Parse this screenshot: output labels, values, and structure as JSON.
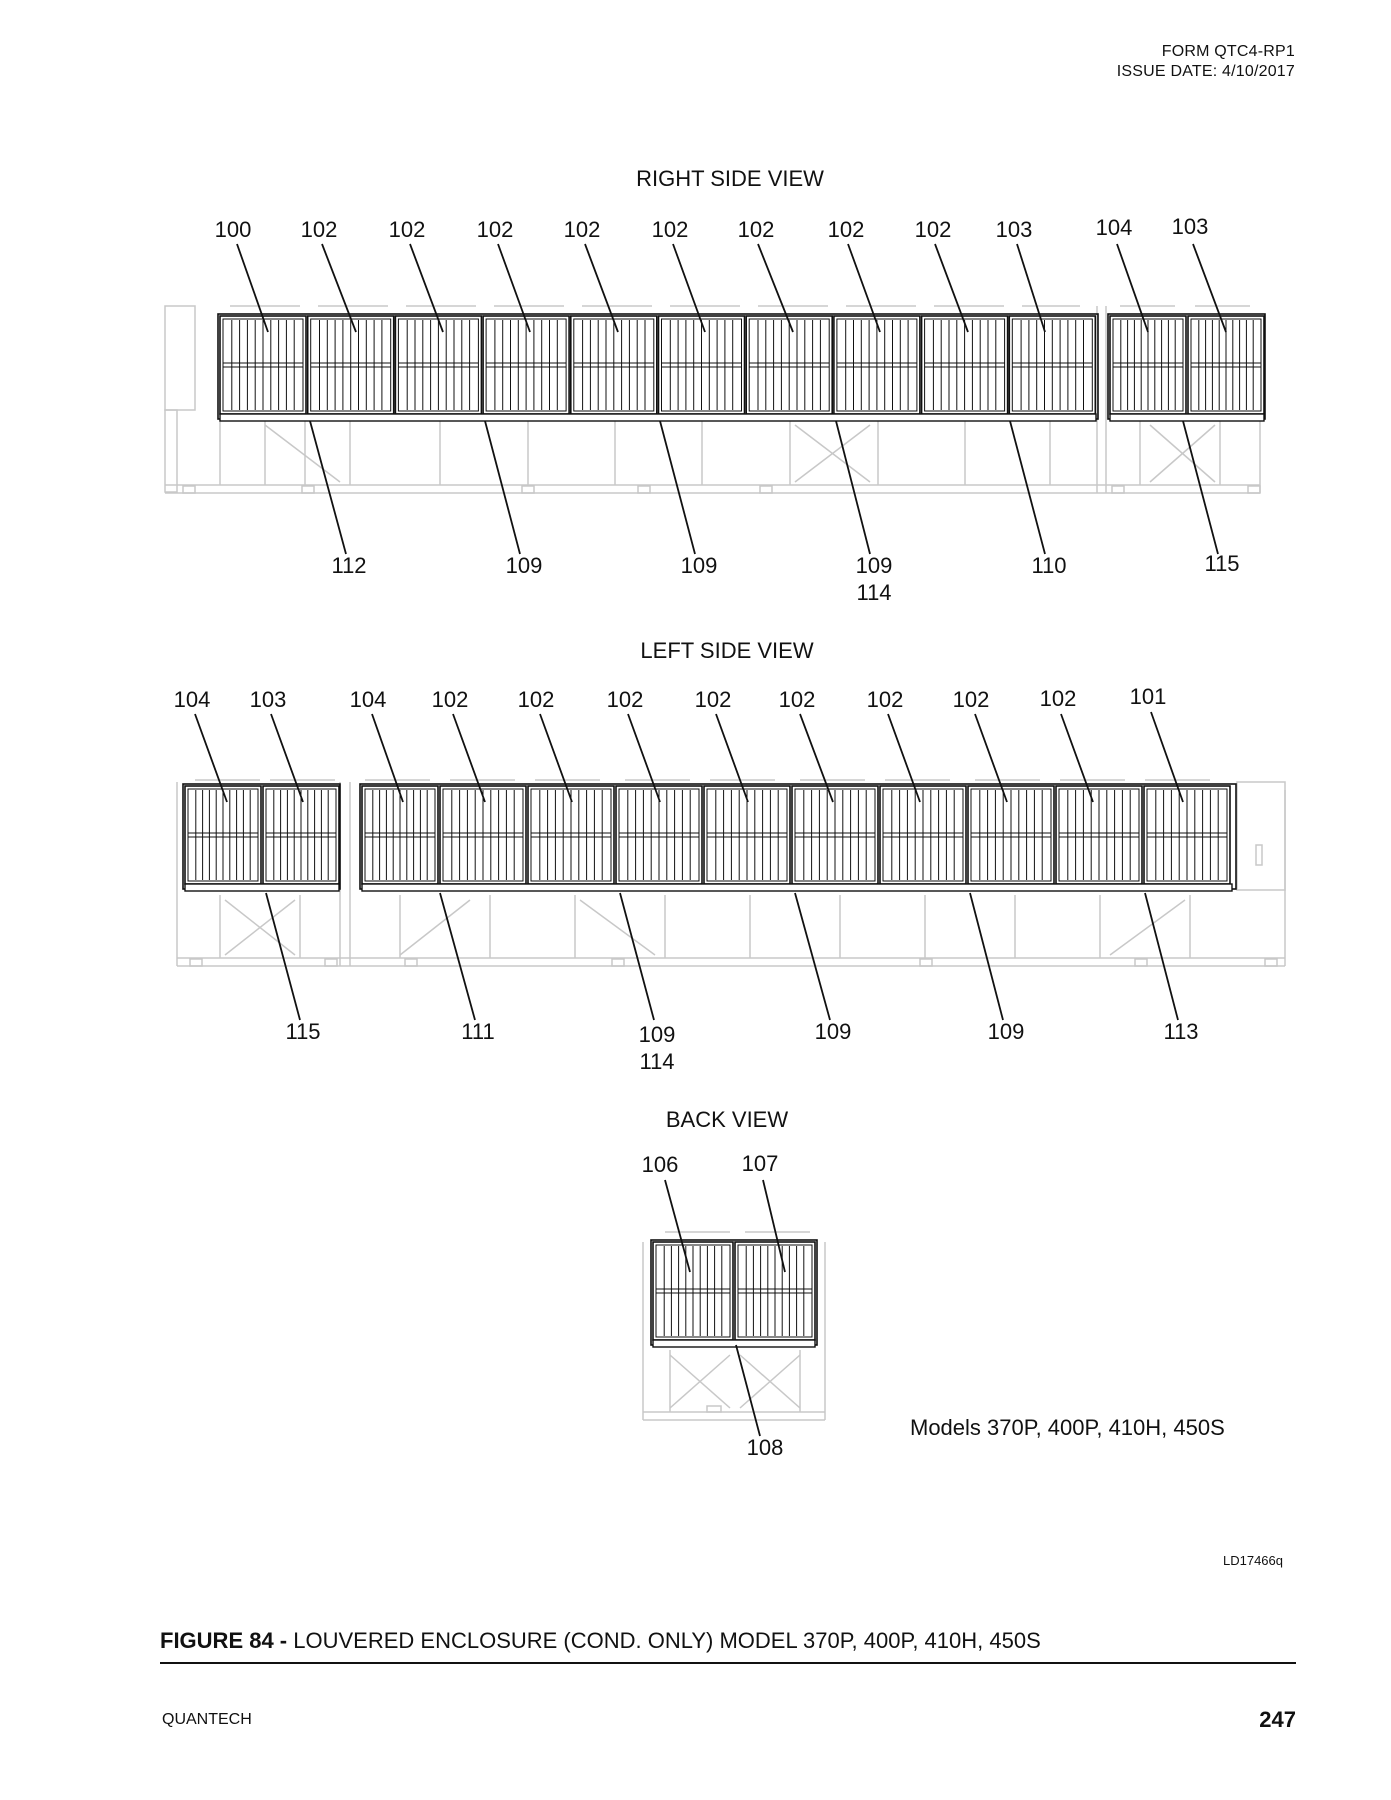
{
  "header": {
    "form": "FORM QTC4-RP1",
    "issue_date": "ISSUE DATE: 4/10/2017"
  },
  "views": {
    "right": {
      "title": "RIGHT SIDE VIEW",
      "top_labels": [
        "100",
        "102",
        "102",
        "102",
        "102",
        "102",
        "102",
        "102",
        "102",
        "103",
        "104",
        "103"
      ],
      "bottom_labels": [
        "112",
        "109",
        "109",
        "109",
        "110",
        "115"
      ],
      "bottom_sublabel": "114"
    },
    "left": {
      "title": "LEFT SIDE VIEW",
      "top_labels": [
        "104",
        "103",
        "104",
        "102",
        "102",
        "102",
        "102",
        "102",
        "102",
        "102",
        "102",
        "101"
      ],
      "bottom_labels": [
        "115",
        "111",
        "109",
        "109",
        "109",
        "113"
      ],
      "bottom_sublabel": "114"
    },
    "back": {
      "title": "BACK VIEW",
      "top_labels": [
        "106",
        "107"
      ],
      "bottom_labels": [
        "108"
      ]
    }
  },
  "models_note": "Models 370P, 400P, 410H, 450S",
  "drawing_code": "LD17466q",
  "figure": {
    "label": "FIGURE 84 -",
    "title": " LOUVERED ENCLOSURE (COND. ONLY) MODEL 370P, 400P, 410H, 450S"
  },
  "footer": {
    "brand": "QUANTECH",
    "page": "247"
  }
}
